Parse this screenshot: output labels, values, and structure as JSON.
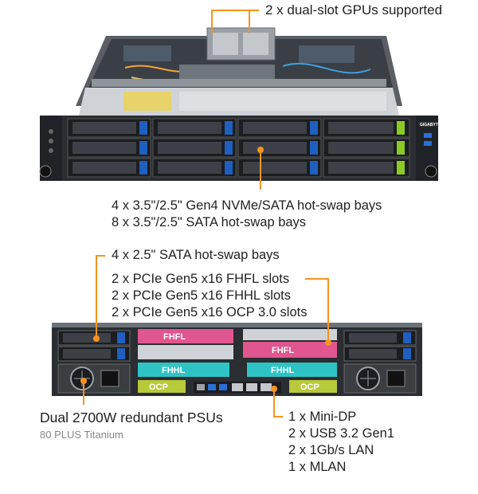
{
  "callouts": {
    "gpus": "2 x dual-slot GPUs supported",
    "front_bays": [
      "4 x 3.5\"/2.5\" Gen4 NVMe/SATA hot-swap bays",
      "8 x 3.5\"/2.5\" SATA hot-swap bays"
    ],
    "rear_bays": "4 x 2.5\" SATA hot-swap bays",
    "pcie_slots": [
      "2 x PCIe Gen5 x16 FHFL slots",
      "2 x PCIe Gen5 x16 FHHL slots",
      "2 x PCIe Gen5 x16 OCP 3.0 slots"
    ],
    "psu": {
      "title": "Dual 2700W redundant PSUs",
      "subtitle": "80 PLUS Titanium"
    },
    "io": [
      "1 x Mini-DP",
      "2 x USB 3.2 Gen1",
      "2 x 1Gb/s LAN",
      "1 x MLAN"
    ]
  },
  "slot_tags": {
    "fhfl": "FHFL",
    "fhhl": "FHHL",
    "ocp": "OCP"
  },
  "brand": "GIGABYTE",
  "colors": {
    "accent": "#f7941d",
    "fhfl": "#e0568e",
    "fhhl": "#2ec4c6",
    "ocp": "#b8c93a",
    "nvme_latch": "#8ac926",
    "sata_latch": "#1f5fbf"
  }
}
